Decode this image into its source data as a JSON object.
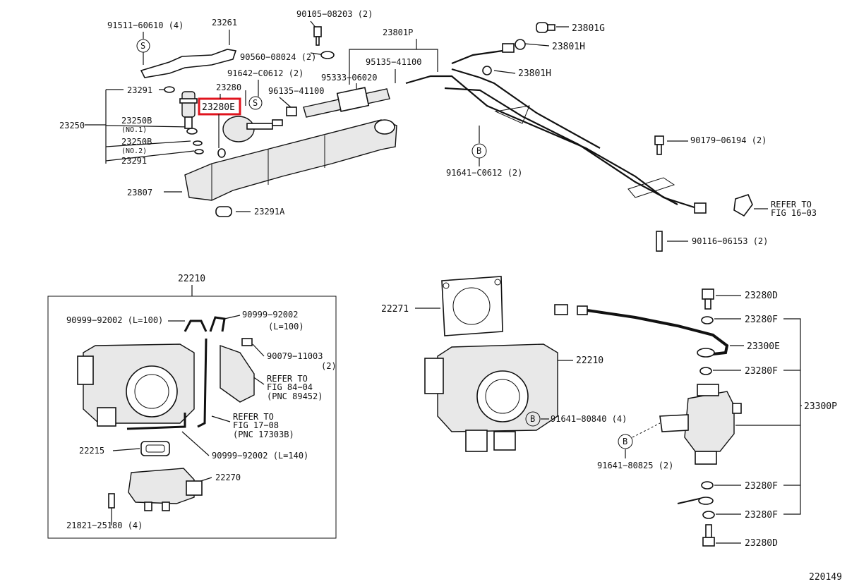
{
  "diagram": {
    "highlighted_part": "23280E",
    "highlight_color": "#e0141e",
    "figure_id": "220149",
    "symbols": {
      "s": "S",
      "b": "B"
    },
    "labels": {
      "p91511": "91511−60610 (4)",
      "p23261": "23261",
      "p90105": "90105−08203 (2)",
      "p23801P": "23801P",
      "p23801G": "23801G",
      "p23801H_a": "23801H",
      "p23801H_b": "23801H",
      "p90560": "90560−08024 (2)",
      "p95135_a": "95135−41100",
      "p91642": "91642−C0612 (2)",
      "p95333": "95333−06020",
      "p23291_a": "23291",
      "p23280": "23280",
      "p96135": "96135−41100",
      "p23280E": "23280E",
      "p23250": "23250",
      "p23250B_1": "23250B",
      "p23250B_1n": "(NO.1)",
      "p23250B_2": "23250B",
      "p23250B_2n": "(NO.2)",
      "p23291_b": "23291",
      "p23807": "23807",
      "p23291A": "23291A",
      "p91641_c": "91641−C0612 (2)",
      "p90179": "90179−06194 (2)",
      "p90116": "90116−06153 (2)",
      "refer16_1": "REFER TO",
      "refer16_2": "FIG 16−03",
      "p22210_box": "22210",
      "p90999_a": "90999−92002 (L=100)",
      "p90999_b": "90999−92002",
      "p90999_b2": "(L=100)",
      "p90079": "90079−11003",
      "p90079n": "(2)",
      "refer84_1": "REFER TO",
      "refer84_2": "FIG 84−04",
      "refer84_3": "(PNC 89452)",
      "refer17_1": "REFER TO",
      "refer17_2": "FIG 17−08",
      "refer17_3": "(PNC 17303B)",
      "p90999_c": "90999−92002  (L=140)",
      "p22215": "22215",
      "p22270": "22270",
      "p21821": "21821−25180 (4)",
      "p22271": "22271",
      "p22210_r": "22210",
      "p91641_808": "91641−80840 (4)",
      "p91641_825": "91641−80825 (2)",
      "p23280D_a": "23280D",
      "p23280F_a": "23280F",
      "p23300E": "23300E",
      "p23280F_b": "23280F",
      "p23300P": "23300P",
      "p23280F_c": "23280F",
      "p23280F_d": "23280F",
      "p23280D_b": "23280D"
    }
  }
}
